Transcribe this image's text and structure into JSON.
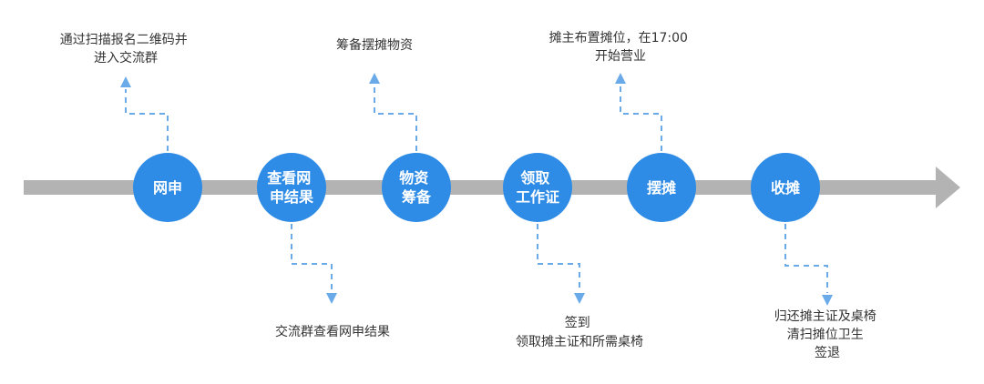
{
  "timeline": {
    "stages": [
      {
        "id": "wangshen",
        "lines": [
          "网申"
        ]
      },
      {
        "id": "results",
        "lines": [
          "查看网",
          "申结果"
        ]
      },
      {
        "id": "supplies",
        "lines": [
          "物资",
          "筹备"
        ]
      },
      {
        "id": "permit",
        "lines": [
          "领取",
          "工作证"
        ]
      },
      {
        "id": "setup",
        "lines": [
          "摆摊"
        ]
      },
      {
        "id": "teardown",
        "lines": [
          "收摊"
        ]
      }
    ]
  },
  "notes": {
    "wangshen": [
      "通过扫描报名二维码并",
      "进入交流群"
    ],
    "results": [
      "交流群查看网申结果"
    ],
    "supplies": [
      "筹备摆摊物资"
    ],
    "permit": [
      "签到",
      "领取摊主证和所需桌椅"
    ],
    "setup": [
      "摊主布置摊位，在17:00",
      "开始营业"
    ],
    "teardown": [
      "归还摊主证及桌椅",
      "清扫摊位卫生",
      "签退"
    ]
  },
  "colors": {
    "timeline_bar": "#b3b3b3",
    "stage_circle": "#2f8ce6",
    "connector": "#6aaae9",
    "note_text": "#333333"
  }
}
